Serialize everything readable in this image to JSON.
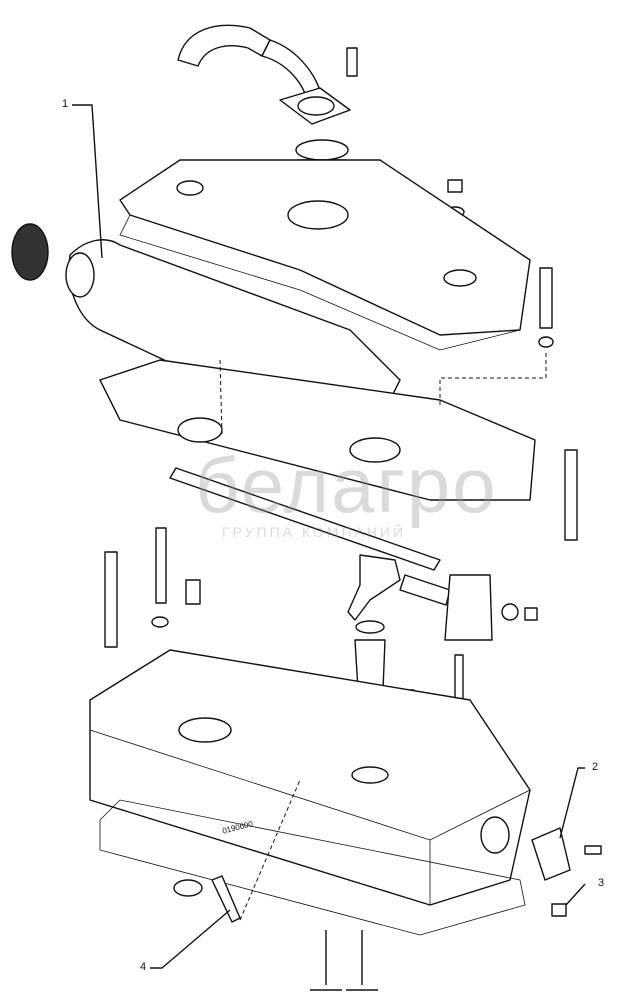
{
  "callouts": [
    {
      "label": "1"
    },
    {
      "label": "2"
    },
    {
      "label": "3"
    },
    {
      "label": "4"
    }
  ],
  "part_code": "0190600",
  "watermark": {
    "brand": "белагро",
    "subtitle": "ГРУППА КОМПАНИЙ"
  },
  "colors": {
    "line": "#111111",
    "background": "#ffffff"
  }
}
